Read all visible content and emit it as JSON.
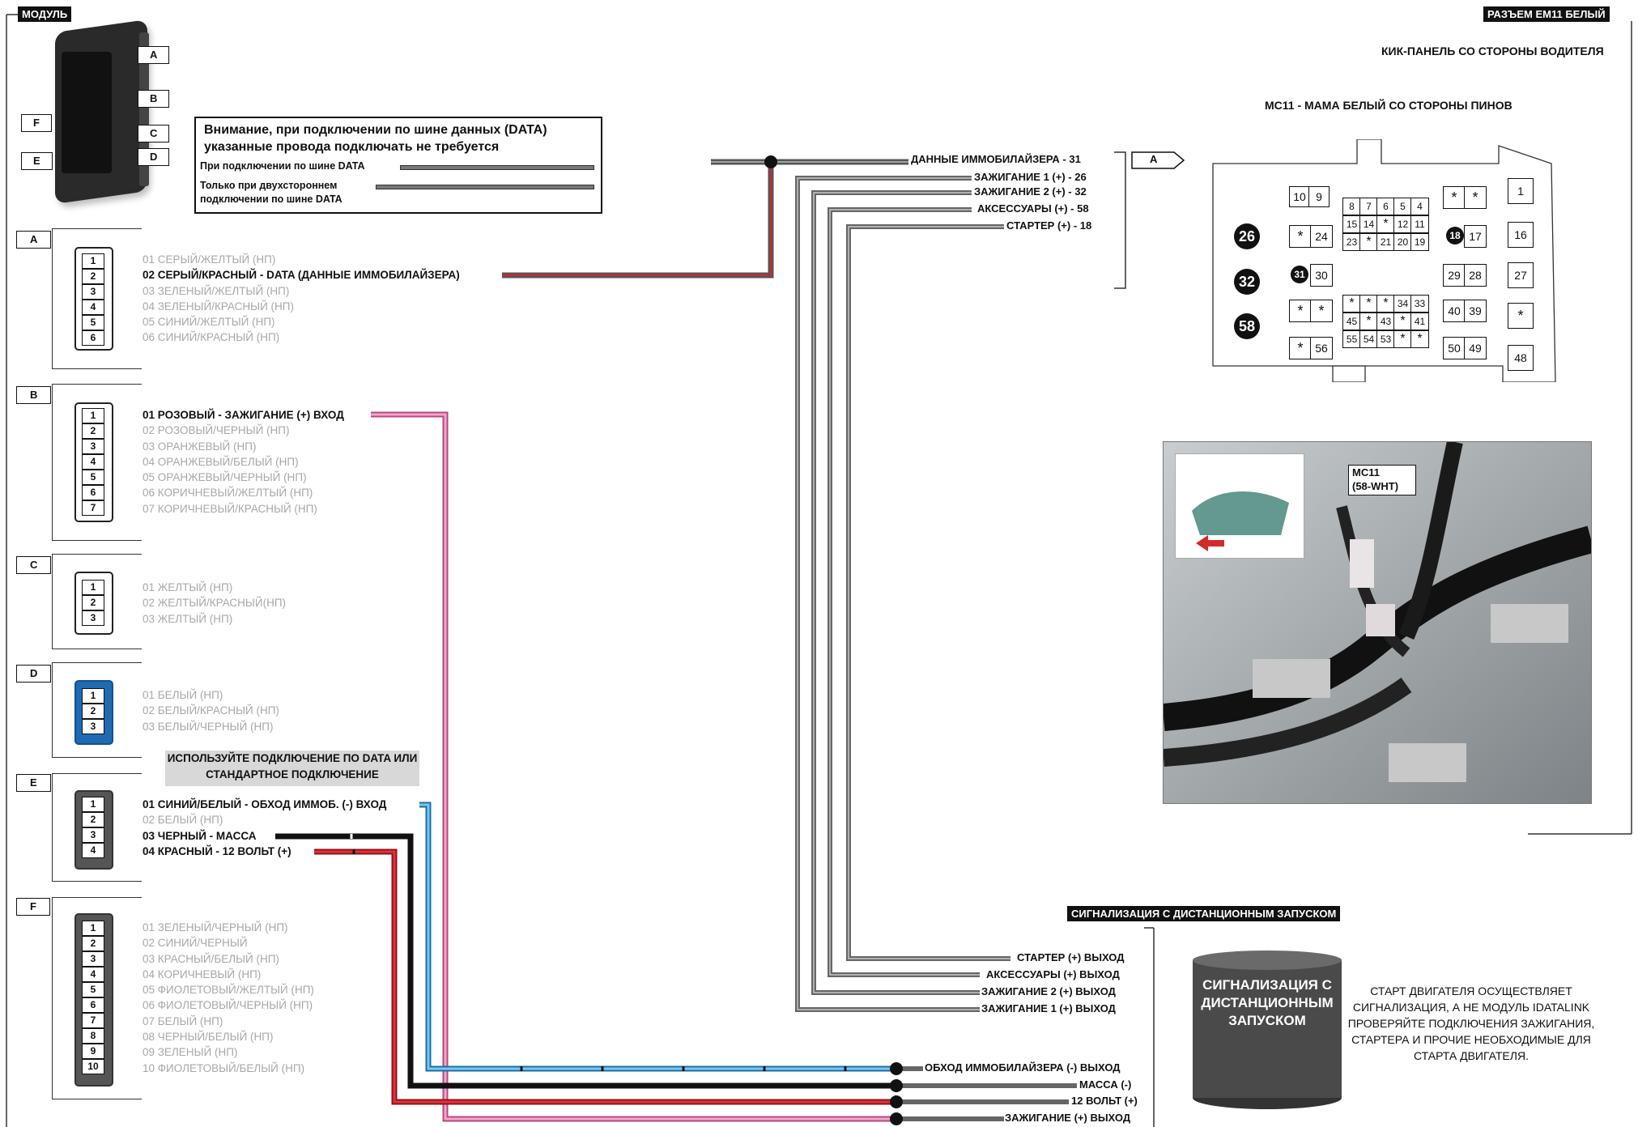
{
  "labels": {
    "module": "МОДУЛЬ",
    "connector_title": "РАЗЪЕМ EM11 БЕЛЫЙ",
    "kick_panel": "КИК-ПАНЕЛЬ СО СТОРОНЫ ВОДИТЕЛЯ",
    "mc11_title": "MC11 - МАМА БЕЛЫЙ СО СТОРОНЫ ПИНОВ",
    "photo_tag_line1": "MC11",
    "photo_tag_line2": "(58-WHT)",
    "alarm_section": "СИГНАЛИЗАЦИЯ С ДИСТАНЦИОННЫМ ЗАПУСКОМ",
    "alarm_cyl": "СИГНАЛИЗАЦИЯ С ДИСТАНЦИОННЫМ ЗАПУСКОМ",
    "alarm_note": "СТАРТ ДВИГАТЕЛЯ ОСУЩЕСТВЛЯЕТ СИГНАЛИЗАЦИЯ, А НЕ МОДУЛЬ IDATALINK ПРОВЕРЯЙТЕ ПОДКЛЮЧЕНИЯ ЗАЖИГАНИЯ, СТАРТЕРА И ПРОЧИЕ НЕОБХОДИМЫЕ ДЛЯ СТАРТА ДВИГАТЕЛЯ.",
    "data_or_std": "ИСПОЛЬЗУЙТЕ ПОДКЛЮЧЕНИЕ ПО DATA ИЛИ СТАНДАРТНОЕ ПОДКЛЮЧЕНИЕ",
    "tag_a_right": "A"
  },
  "module_ports": [
    "A",
    "B",
    "C",
    "D",
    "F",
    "E"
  ],
  "warning": {
    "line1": "Внимание, при подключении по шине данных (DATA)",
    "line2": "указанные провода подключать не требуется",
    "row1": "При подключении по шине DATA",
    "row2a": "Только при двухстороннем",
    "row2b": "подключении по шине DATA"
  },
  "connectors": [
    {
      "id": "A",
      "wires": [
        "01 СЕРЫЙ/ЖЕЛТЫЙ (НП)",
        "02 СЕРЫЙ/КРАСНЫЙ - DATA (ДАННЫЕ ИММОБИЛАЙЗЕРА)",
        "03 ЗЕЛЕНЫЙ/ЖЕЛТЫЙ (НП)",
        "04 ЗЕЛЕНЫЙ/КРАСНЫЙ (НП)",
        "05 СИНИЙ/ЖЕЛТЫЙ (НП)",
        "06 СИНИЙ/КРАСНЫЙ (НП)"
      ]
    },
    {
      "id": "B",
      "wires": [
        "01 РОЗОВЫЙ - ЗАЖИГАНИЕ (+) ВХОД",
        "02 РОЗОВЫЙ/ЧЕРНЫЙ (НП)",
        "03 ОРАНЖЕВЫЙ (НП)",
        "04 ОРАНЖЕВЫЙ/БЕЛЫЙ (НП)",
        "05 ОРАНЖЕВЫЙ/ЧЕРНЫЙ (НП)",
        "06 КОРИЧНЕВЫЙ/ЖЕЛТЫЙ (НП)",
        "07 КОРИЧНЕВЫЙ/КРАСНЫЙ (НП)"
      ]
    },
    {
      "id": "C",
      "wires": [
        "01 ЖЕЛТЫЙ (НП)",
        "02 ЖЕЛТЫЙ/КРАСНЫЙ(НП)",
        "03 ЖЕЛТЫЙ (НП)"
      ]
    },
    {
      "id": "D",
      "wires": [
        "01 БЕЛЫЙ (НП)",
        "02 БЕЛЫЙ/КРАСНЫЙ (НП)",
        "03 БЕЛЫЙ/ЧЕРНЫЙ (НП)"
      ]
    },
    {
      "id": "E",
      "wires": [
        "01 СИНИЙ/БЕЛЫЙ - ОБХОД ИММОБ. (-) ВХОД",
        "02 БЕЛЫЙ (НП)",
        "03 ЧЕРНЫЙ - МАССА",
        "04 КРАСНЫЙ - 12 ВОЛЬТ (+)"
      ]
    },
    {
      "id": "F",
      "wires": [
        "01 ЗЕЛЕНЫЙ/ЧЕРНЫЙ (НП)",
        "02 СИНИЙ/ЧЕРНЫЙ",
        "03 КРАСНЫЙ/БЕЛЫЙ (НП)",
        "04 КОРИЧНЕВЫЙ (НП)",
        "05 ФИОЛЕТОВЫЙ/ЖЕЛТЫЙ (НП)",
        "06 ФИОЛЕТОВЫЙ/ЧЕРНЫЙ (НП)",
        "07 БЕЛЫЙ (НП)",
        "08 ЧЕРНЫЙ/БЕЛЫЙ (НП)",
        "09 ЗЕЛЕНЫЙ (НП)",
        "10 ФИОЛЕТОВЫЙ/БЕЛЫЙ (НП)"
      ]
    }
  ],
  "vehicle_wires": [
    "ДАННЫЕ ИММОБИЛАЙЗЕРА - 31",
    "ЗАЖИГАНИЕ 1 (+) - 26",
    "ЗАЖИГАНИЕ 2 (+) - 32",
    "АКСЕССУАРЫ (+) - 58",
    "СТАРТЕР (+) - 18"
  ],
  "alarm_outputs": [
    "СТАРТЕР (+) ВЫХОД",
    "АКСЕССУАРЫ (+) ВЫХОД",
    "ЗАЖИГАНИЕ 2 (+) ВЫХОД",
    "ЗАЖИГАНИЕ 1 (+) ВЫХОД"
  ],
  "bottom_outputs": [
    "ОБХОД ИММОБИЛАЙЗЕРА (-) ВЫХОД",
    "МАССА (-)",
    "12 ВОЛЬТ (+)",
    "ЗАЖИГАНИЕ (+) ВЫХОД"
  ],
  "pinout": {
    "circled": [
      "26",
      "32",
      "58",
      "18",
      "31"
    ],
    "cells": [
      "10",
      "9",
      "8",
      "7",
      "6",
      "5",
      "4",
      "*",
      "*",
      "1",
      "*",
      "24",
      "15",
      "14",
      "*",
      "12",
      "11",
      "17",
      "16",
      "23",
      "*",
      "21",
      "20",
      "19",
      "30",
      "29",
      "28",
      "27",
      "*",
      "*",
      "*",
      "*",
      "*",
      "34",
      "33",
      "40",
      "39",
      "*",
      "45",
      "*",
      "43",
      "*",
      "41",
      "*",
      "56",
      "55",
      "54",
      "53",
      "*",
      "*",
      "50",
      "49",
      "48"
    ]
  },
  "colors": {
    "pink": "#e67fb3",
    "blue": "#3aa0dc",
    "red": "#d9232e",
    "black": "#111111",
    "gray": "#6e6e6e",
    "blue_connector": "#1f6bb3"
  }
}
